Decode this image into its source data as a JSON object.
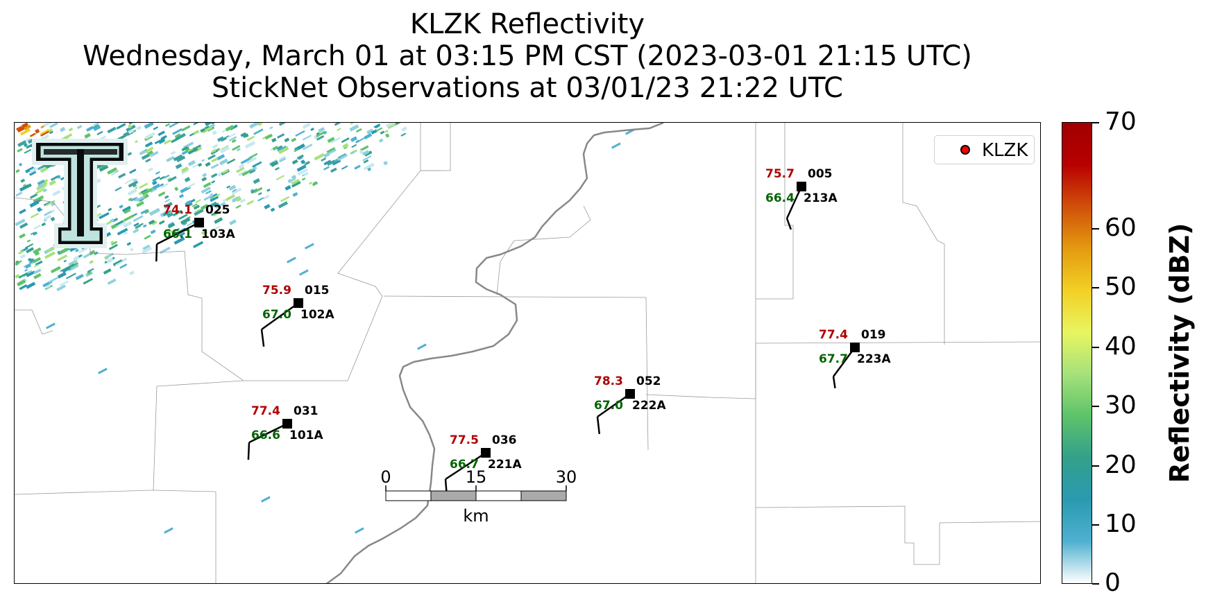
{
  "title": {
    "line1": "KLZK Reflectivity",
    "line2": "Wednesday, March 01 at 03:15 PM CST (2023-03-01 21:15 UTC)",
    "line3": "StickNet Observations at 03/01/23 21:22 UTC"
  },
  "legend": {
    "label": "KLZK",
    "marker_color": "#ff0000"
  },
  "colorbar": {
    "label": "Reflectivity (dBZ)",
    "ticks": [
      "0",
      "10",
      "20",
      "30",
      "40",
      "50",
      "60",
      "70"
    ],
    "colors": [
      "#ffffff",
      "#4fb0d0",
      "#2a9ab0",
      "#33a08a",
      "#5ec36a",
      "#a6e27a",
      "#e8f560",
      "#f2d024",
      "#e49a10",
      "#d0500a",
      "#b80000",
      "#a00000"
    ]
  },
  "scale_bar": {
    "labels": [
      "0",
      "15",
      "30"
    ],
    "unit": "km"
  },
  "stations": [
    {
      "id": "103A",
      "temp": "74.1",
      "dew": "66.1",
      "dir": "025",
      "spd": 12
    },
    {
      "id": "102A",
      "temp": "75.9",
      "dew": "67.0",
      "dir": "015",
      "spd": 12
    },
    {
      "id": "101A",
      "temp": "77.4",
      "dew": "66.6",
      "dir": "031",
      "spd": 12
    },
    {
      "id": "221A",
      "temp": "77.5",
      "dew": "66.7",
      "dir": "036",
      "spd": 12
    },
    {
      "id": "222A",
      "temp": "78.3",
      "dew": "67.0",
      "dir": "052",
      "spd": 12
    },
    {
      "id": "213A",
      "temp": "75.7",
      "dew": "66.4",
      "dir": "005",
      "spd": 8
    },
    {
      "id": "223A",
      "temp": "77.4",
      "dew": "67.7",
      "dir": "019",
      "spd": 8
    }
  ],
  "colors": {
    "temperature": "#b00000",
    "dewpoint": "#006400",
    "river": "#888888",
    "boundary": "#999999"
  },
  "logo": "texas-tech-double-t-logo"
}
